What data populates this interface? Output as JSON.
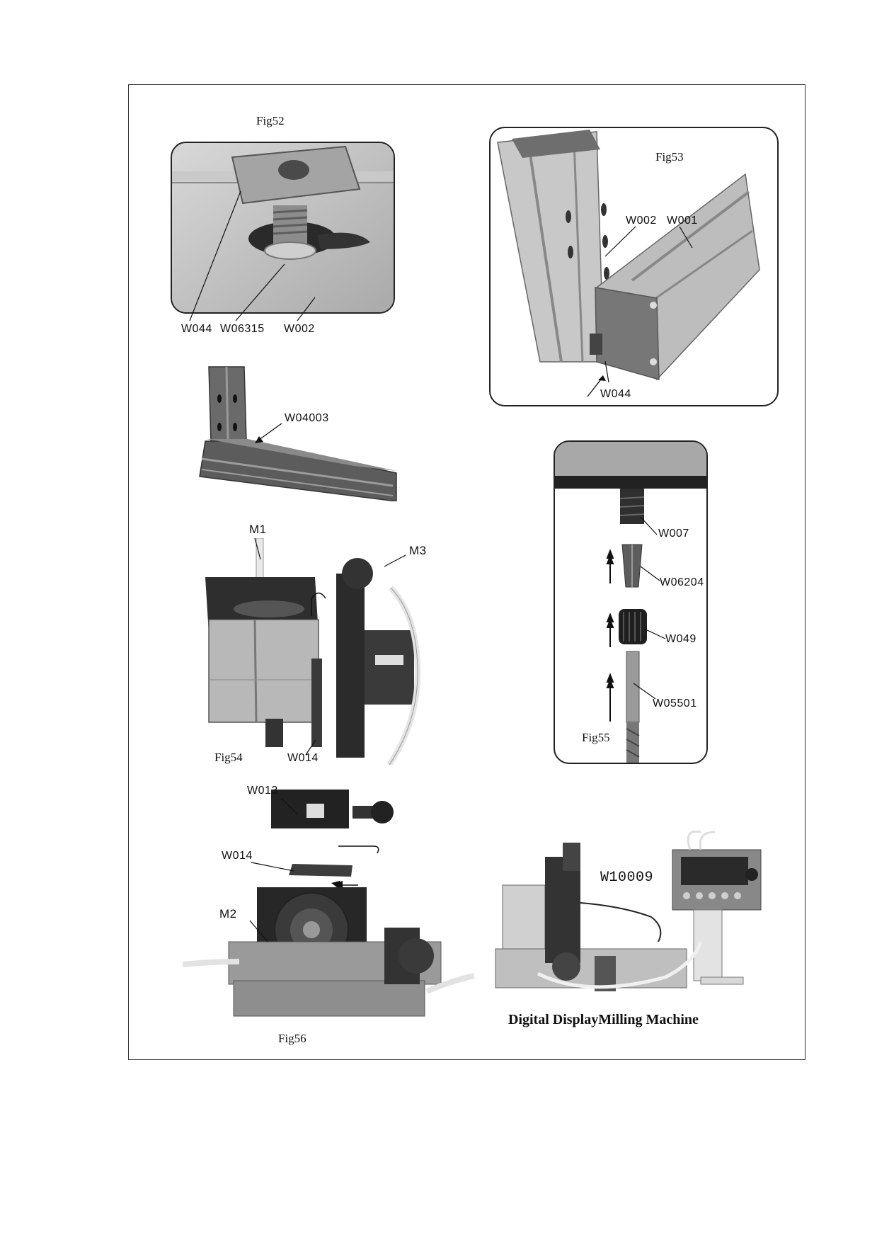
{
  "figures": {
    "fig52": {
      "title": "Fig52",
      "labels": [
        "W044",
        "W06315",
        "W002"
      ]
    },
    "fig53": {
      "title": "Fig53",
      "labels": [
        "W002",
        "W001",
        "W044"
      ]
    },
    "fig_w04003": {
      "labels": [
        "W04003"
      ]
    },
    "fig54": {
      "title": "Fig54",
      "labels": [
        "M1",
        "M3",
        "W014"
      ]
    },
    "fig55": {
      "title": "Fig55",
      "labels": [
        "W007",
        "W06204",
        "W049",
        "W05501"
      ]
    },
    "fig56": {
      "title": "Fig56",
      "labels": [
        "W013",
        "W014",
        "M2"
      ]
    },
    "machine": {
      "label": "W10009",
      "caption": "Digital DisplayMilling Machine"
    }
  }
}
